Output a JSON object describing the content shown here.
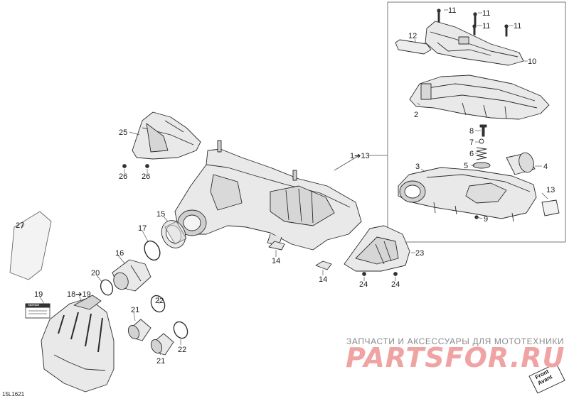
{
  "diagram_code": "15L1621",
  "watermark": {
    "subtitle": "ЗАПЧАСТИ И АКСЕССУАРЫ ДЛЯ МОТОТЕХНИКИ",
    "brand": "PARTSFOR.RU"
  },
  "front_marker": [
    "Front",
    "Avant"
  ],
  "callouts": {
    "c11a": "11",
    "c11b": "11",
    "c11c": "11",
    "c11d": "11",
    "c12": "12",
    "c10": "10",
    "c2": "2",
    "c8": "8",
    "c7": "7",
    "c6": "6",
    "c5": "5",
    "c4": "4",
    "c3": "3",
    "c13": "13",
    "c9": "9",
    "c1_13": "1➔13",
    "c25": "25",
    "c26a": "26",
    "c26b": "26",
    "c27": "27",
    "c15": "15",
    "c17": "17",
    "c16": "16",
    "c20": "20",
    "c19": "19",
    "c18_19": "18➔19",
    "c21a": "21",
    "c21b": "21",
    "c22a": "22",
    "c22b": "22",
    "c14a": "14",
    "c14b": "14",
    "c23": "23",
    "c24a": "24",
    "c24b": "24"
  },
  "notice_label": "NOTICE"
}
